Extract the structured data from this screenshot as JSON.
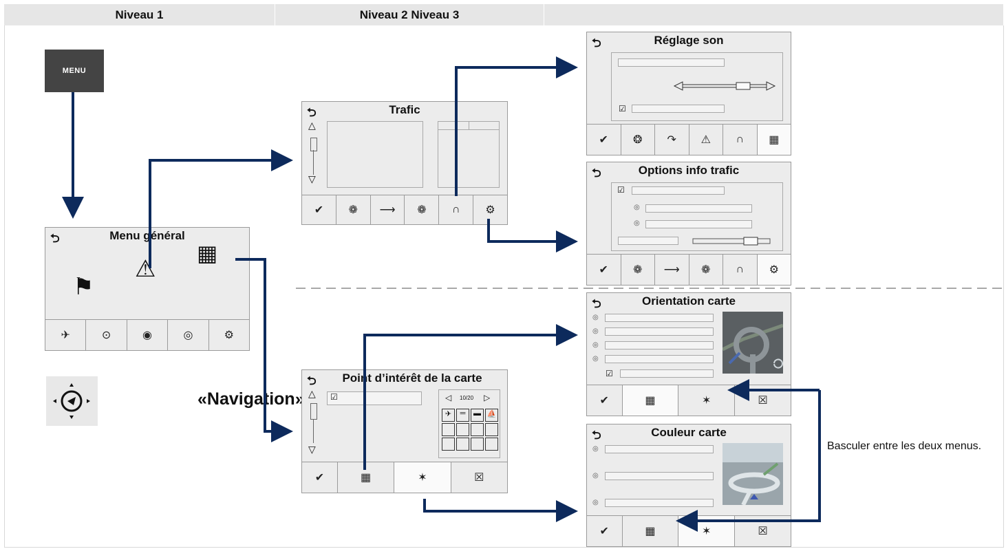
{
  "header": {
    "col1": "Niveau 1",
    "col2": "Niveau 2 Niveau 3",
    "col3": ""
  },
  "menu_button": "MENU",
  "navigation_label": "«Navigation»",
  "side_note": "Basculer entre les deux menus.",
  "screens": {
    "menu_general": {
      "title": "Menu général",
      "toolbar": [
        "✈",
        "⊙",
        "◉",
        "◎",
        "⚙"
      ]
    },
    "trafic": {
      "title": "Trafic",
      "toolbar": [
        "✔",
        "❁",
        "⟶",
        "❁",
        "∩",
        "⚙"
      ]
    },
    "reglage_son": {
      "title": "Réglage son",
      "toolbar": [
        "✔",
        "❂",
        "↷",
        "⚠",
        "∩",
        "▦"
      ]
    },
    "options_info_trafic": {
      "title": "Options info trafic",
      "toolbar": [
        "✔",
        "❁",
        "⟶",
        "❁",
        "∩",
        "⚙"
      ]
    },
    "point_interet": {
      "title": "Point d’intérêt de la carte",
      "pagination": "10/20",
      "toolbar": [
        "✔",
        "▦",
        "✶",
        "☒"
      ]
    },
    "orientation_carte": {
      "title": "Orientation carte",
      "toolbar": [
        "✔",
        "▦",
        "✶",
        "☒"
      ]
    },
    "couleur_carte": {
      "title": "Couleur carte",
      "toolbar": [
        "✔",
        "▦",
        "✶",
        "☒"
      ]
    }
  },
  "colors": {
    "arrow": "#0d2a5c",
    "screen_bg": "#ececec",
    "header_bg": "#e6e6e6"
  }
}
